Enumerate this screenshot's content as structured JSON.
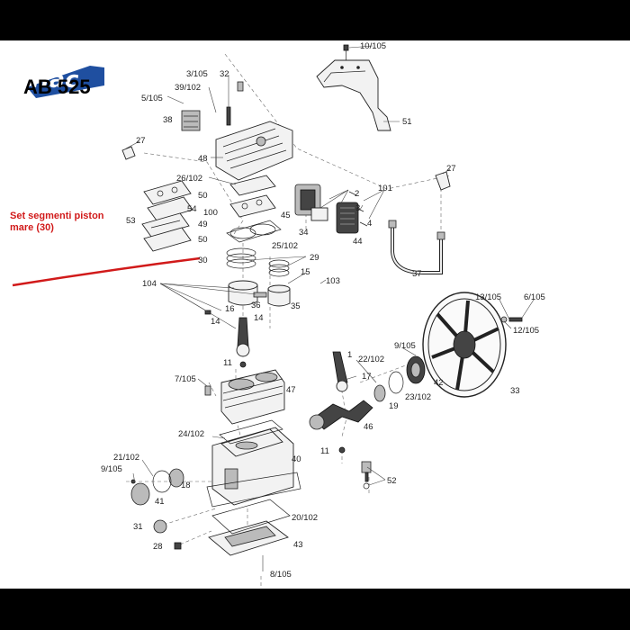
{
  "brand": {
    "logo_text": "fiac",
    "model": "AB 525"
  },
  "annotation": {
    "line1": "Set segmenti piston",
    "line2": "mare (30)",
    "color": "#d11a1a"
  },
  "labels": {
    "l_10_105": "10/105",
    "l_51": "51",
    "l_3_105": "3/105",
    "l_32": "32",
    "l_39_102": "39/102",
    "l_5_105": "5/105",
    "l_38": "38",
    "l_27a": "27",
    "l_48": "48",
    "l_27b": "27",
    "l_26_102": "26/102",
    "l_50a": "50",
    "l_54": "54",
    "l_100": "100",
    "l_53": "53",
    "l_49": "49",
    "l_50b": "50",
    "l_25_102": "25/102",
    "l_2": "2",
    "l_101": "101",
    "l_3": "3",
    "l_4": "4",
    "l_45": "45",
    "l_34": "34",
    "l_44": "44",
    "l_37": "37",
    "l_30": "30",
    "l_29": "29",
    "l_15": "15",
    "l_103": "103",
    "l_104": "104",
    "l_16": "16",
    "l_36": "36",
    "l_35": "35",
    "l_14a": "14",
    "l_14b": "14",
    "l_13_105": "13/105",
    "l_6_105": "6/105",
    "l_12_105": "12/105",
    "l_11a": "11",
    "l_1": "1",
    "l_17": "17",
    "l_22_102": "22/102",
    "l_9_105a": "9/105",
    "l_7_105": "7/105",
    "l_47": "47",
    "l_19": "19",
    "l_23_102": "23/102",
    "l_42": "42",
    "l_33": "33",
    "l_46": "46",
    "l_11b": "11",
    "l_24_102": "24/102",
    "l_21_102": "21/102",
    "l_9_105b": "9/105",
    "l_18": "18",
    "l_40": "40",
    "l_41": "41",
    "l_52": "52",
    "l_31": "31",
    "l_20_102": "20/102",
    "l_28": "28",
    "l_43": "43",
    "l_8_105": "8/105"
  }
}
